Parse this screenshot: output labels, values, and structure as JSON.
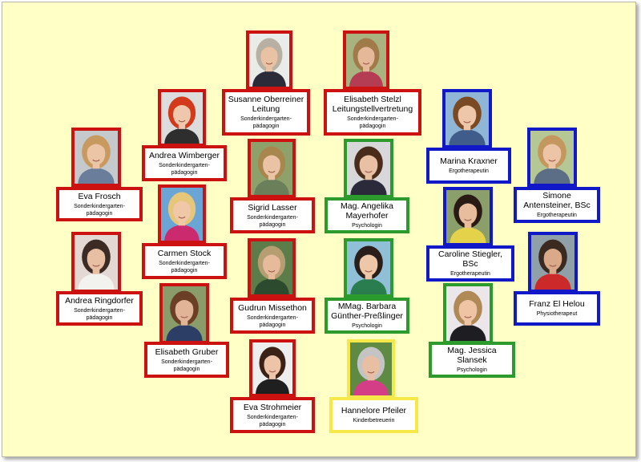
{
  "people": [
    {
      "id": "oberreiner",
      "name": "Susanne Oberreiner",
      "title": "Leitung",
      "role": "Sonderkindergarten-\npädagogin",
      "color": "red",
      "photo": [
        306,
        37,
        58,
        74
      ],
      "card": [
        276,
        110,
        110,
        58
      ],
      "skin": "#e8c2a2",
      "hair": "#b9b0a4",
      "shirt": "#2b2b3a",
      "bg": "#e9ece9"
    },
    {
      "id": "stelzl",
      "name": "Elisabeth Stelzl",
      "title": "Leitungstellvertretung",
      "role": "Sonderkindergarten-\npädagogin",
      "color": "red",
      "photo": [
        427,
        37,
        58,
        74
      ],
      "card": [
        403,
        110,
        122,
        58
      ],
      "skin": "#e6b89a",
      "hair": "#a07a48",
      "shirt": "#b53d53",
      "bg": "#a9b37f"
    },
    {
      "id": "wimberger",
      "name": "Andrea Wimberger",
      "title": "",
      "role": "Sonderkindergarten-\npädagogin",
      "color": "red",
      "photo": [
        196,
        110,
        60,
        72
      ],
      "card": [
        176,
        180,
        106,
        45
      ],
      "skin": "#efc7ad",
      "hair": "#d33a1c",
      "shirt": "#2e2e2e",
      "bg": "#dcdcdc"
    },
    {
      "id": "frosch",
      "name": "Eva Frosch",
      "title": "",
      "role": "Sonderkindergarten-\npädagogin",
      "color": "red",
      "photo": [
        88,
        158,
        62,
        74
      ],
      "card": [
        69,
        232,
        108,
        43
      ],
      "skin": "#ecc4a6",
      "hair": "#c89a60",
      "shirt": "#6a7d9a",
      "bg": "#c5c9cc"
    },
    {
      "id": "lasser",
      "name": "Sigrid Lasser",
      "title": "",
      "role": "Sonderkindergarten-\npädagogin",
      "color": "red",
      "photo": [
        308,
        172,
        60,
        74
      ],
      "card": [
        286,
        245,
        106,
        45
      ],
      "skin": "#e9c3a4",
      "hair": "#a8874e",
      "shirt": "#6a7f5a",
      "bg": "#8ea16a"
    },
    {
      "id": "stock",
      "name": "Carmen Stock",
      "title": "",
      "role": "Sonderkindergarten-\npädagogin",
      "color": "red",
      "photo": [
        196,
        229,
        60,
        74
      ],
      "card": [
        176,
        302,
        106,
        45
      ],
      "skin": "#f0c7a7",
      "hair": "#e6c77a",
      "shirt": "#cc2a6e",
      "bg": "#6aa5d6"
    },
    {
      "id": "ringdorfer",
      "name": "Andrea Ringdorfer",
      "title": "",
      "role": "Sonderkindergarten-\npädagogin",
      "color": "red",
      "photo": [
        88,
        288,
        62,
        76
      ],
      "card": [
        69,
        362,
        108,
        43
      ],
      "skin": "#e8bfa3",
      "hair": "#3c2a24",
      "shirt": "#f2f2ee",
      "bg": "#e3d8d4"
    },
    {
      "id": "missethon",
      "name": "Gudrun Missethon",
      "title": "",
      "role": "Sonderkindergarten-\npädagogin",
      "color": "red",
      "photo": [
        308,
        296,
        60,
        74
      ],
      "card": [
        286,
        370,
        106,
        45
      ],
      "skin": "#e6bb9b",
      "hair": "#b69e72",
      "shirt": "#2c4a2e",
      "bg": "#5c7d4a"
    },
    {
      "id": "gruber",
      "name": "Elisabeth Gruber",
      "title": "",
      "role": "Sonderkindergarten-\npädagogin",
      "color": "red",
      "photo": [
        198,
        352,
        62,
        76
      ],
      "card": [
        179,
        425,
        106,
        45
      ],
      "skin": "#e2b497",
      "hair": "#6b3e26",
      "shirt": "#2d3e66",
      "bg": "#8a9c6a"
    },
    {
      "id": "strohmeier",
      "name": "Eva Strohmeier",
      "title": "",
      "role": "Sonderkindergarten-\npädagogin",
      "color": "red",
      "photo": [
        310,
        422,
        58,
        72
      ],
      "card": [
        286,
        494,
        106,
        45
      ],
      "skin": "#eec4a8",
      "hair": "#3b2216",
      "shirt": "#1f1f1f",
      "bg": "#eeeeee"
    },
    {
      "id": "mayerhofer",
      "name": "Mag. Angelika Mayerhofer",
      "title": "",
      "role": "Psychologin",
      "color": "green",
      "photo": [
        428,
        172,
        62,
        74
      ],
      "card": [
        404,
        245,
        106,
        45
      ],
      "skin": "#e8c0a4",
      "hair": "#4a2c1a",
      "shirt": "#2a2a3a",
      "bg": "#d8d8da"
    },
    {
      "id": "guenther",
      "name": "MMag. Barbara Günther-Preßlinger",
      "title": "",
      "role": "Psychologin",
      "color": "green",
      "photo": [
        428,
        296,
        62,
        74
      ],
      "card": [
        404,
        370,
        106,
        45
      ],
      "skin": "#eec6a8",
      "hair": "#2a1e1a",
      "shirt": "#2a7d4e",
      "bg": "#8fc0d8"
    },
    {
      "id": "pfeiler",
      "name": "Hannelore Pfeiler",
      "title": "",
      "role": "Kinderbetreuerin",
      "color": "yellow",
      "photo": [
        432,
        422,
        60,
        74
      ],
      "card": [
        410,
        494,
        111,
        45
      ],
      "skin": "#e8bfa2",
      "hair": "#c4c4c4",
      "shirt": "#d43e86",
      "bg": "#5f8a44"
    },
    {
      "id": "kraxner",
      "name": "Marina Kraxner",
      "title": "",
      "role": "Ergotherapeutin",
      "color": "blue",
      "photo": [
        551,
        110,
        62,
        74
      ],
      "card": [
        531,
        183,
        106,
        45
      ],
      "skin": "#eec7aa",
      "hair": "#7a4a24",
      "shirt": "#3f5c8a",
      "bg": "#8fb6d6"
    },
    {
      "id": "antensteiner",
      "name": "Simone Antensteiner, BSc",
      "title": "",
      "role": "Ergotherapeutin",
      "color": "blue",
      "photo": [
        657,
        158,
        62,
        74
      ],
      "card": [
        640,
        232,
        108,
        45
      ],
      "skin": "#ecc4a6",
      "hair": "#c4975e",
      "shirt": "#5b6e86",
      "bg": "#b6c796"
    },
    {
      "id": "stiegler",
      "name": "Caroline Stiegler, BSc",
      "title": "",
      "role": "Ergotherapeutin",
      "color": "blue",
      "photo": [
        552,
        232,
        62,
        74
      ],
      "card": [
        531,
        305,
        110,
        45
      ],
      "skin": "#e8bd9e",
      "hair": "#2a1a14",
      "shirt": "#e3d24a",
      "bg": "#8a9f6a"
    },
    {
      "id": "elhelou",
      "name": "Franz El Helou",
      "title": "",
      "role": "Physiotherapeut",
      "color": "blue",
      "photo": [
        658,
        288,
        62,
        76
      ],
      "card": [
        640,
        362,
        108,
        43
      ],
      "skin": "#d9a98a",
      "hair": "#3a2a20",
      "shirt": "#cc2a2a",
      "bg": "#8fa0a8"
    },
    {
      "id": "slansek",
      "name": "Mag. Jessica Slansek",
      "title": "",
      "role": "Psychologin",
      "color": "green",
      "photo": [
        552,
        352,
        62,
        76
      ],
      "card": [
        534,
        425,
        108,
        45
      ],
      "skin": "#eec4a4",
      "hair": "#b08a56",
      "shirt": "#1e1e22",
      "bg": "#eae6ea"
    }
  ]
}
